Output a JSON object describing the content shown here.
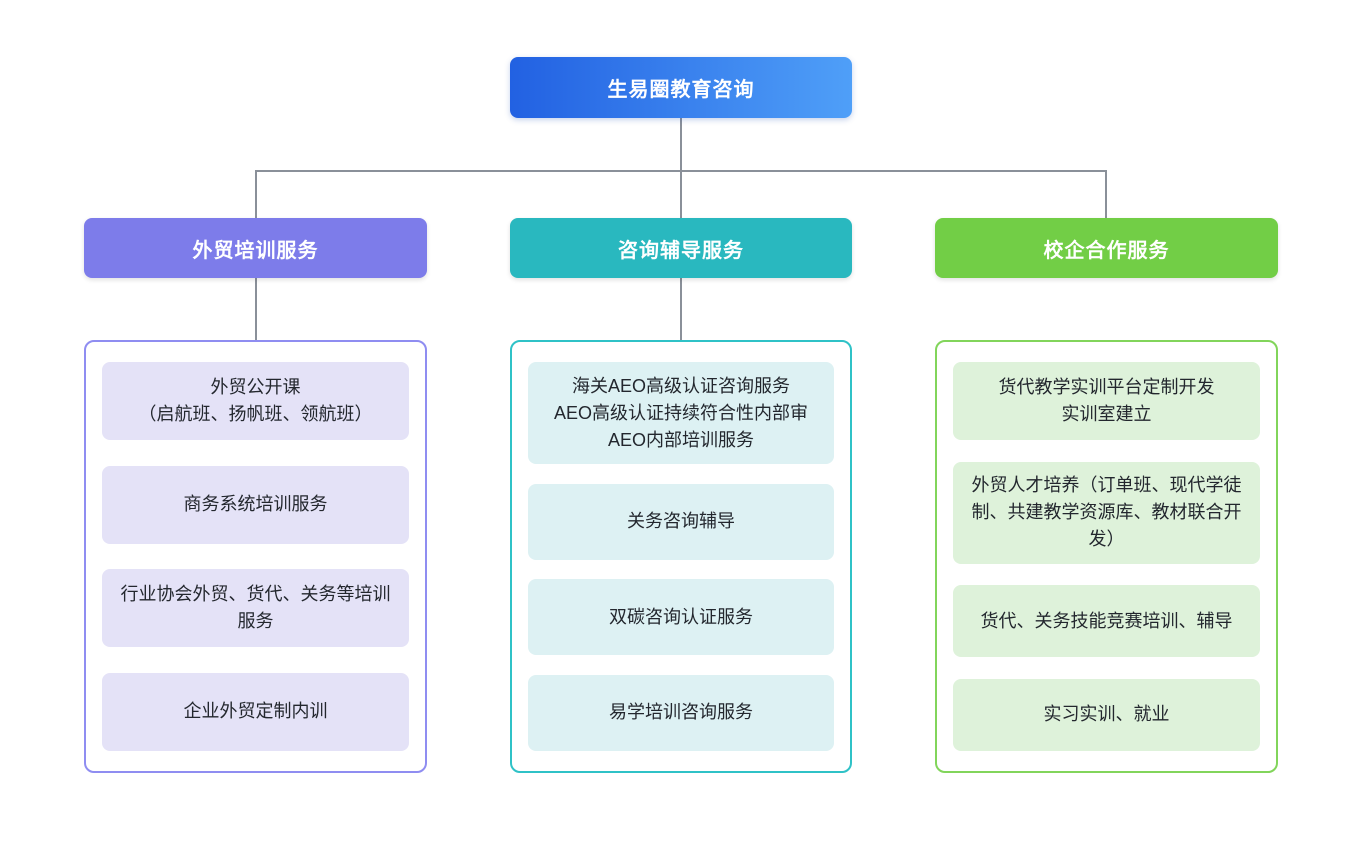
{
  "diagram": {
    "root": {
      "label": "生易圈教育咨询",
      "gradient_start": "#2261e2",
      "gradient_end": "#4f9ff8"
    },
    "line_color": "#8a9099",
    "branches": [
      {
        "label": "外贸培训服务",
        "colors": {
          "header": "#7d7cea",
          "border": "#8f8df1",
          "item_bg": "#e4e2f7"
        },
        "items": [
          "外贸公开课\n（启航班、扬帆班、领航班）",
          "商务系统培训服务",
          "行业协会外贸、货代、关务等培训服务",
          "企业外贸定制内训"
        ]
      },
      {
        "label": "咨询辅导服务",
        "colors": {
          "header": "#29b8bf",
          "border": "#2fc2c7",
          "item_bg": "#ddf1f3"
        },
        "items": [
          "海关AEO高级认证咨询服务\nAEO高级认证持续符合性内部审\nAEO内部培训服务",
          "关务咨询辅导",
          "双碳咨询认证服务",
          "易学培训咨询服务"
        ]
      },
      {
        "label": "校企合作服务",
        "colors": {
          "header": "#72ce46",
          "border": "#82d55b",
          "item_bg": "#def2da"
        },
        "items": [
          "货代教学实训平台定制开发\n实训室建立",
          "外贸人才培养（订单班、现代学徒制、共建教学资源库、教材联合开发）",
          "货代、关务技能竞赛培训、辅导",
          "实习实训、就业"
        ]
      }
    ]
  }
}
